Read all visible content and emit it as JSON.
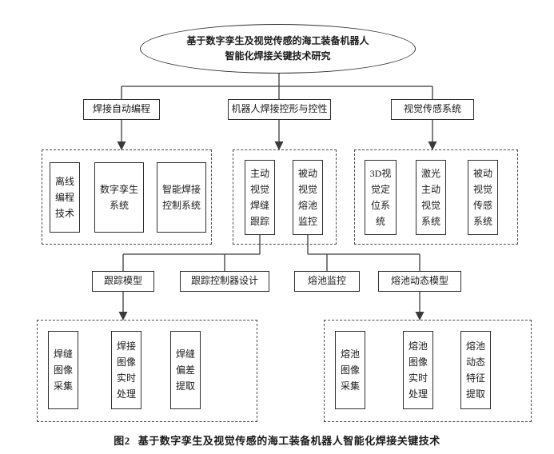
{
  "ellipse": {
    "lines": [
      "基于数字孪生及视觉传感的海工装备机器人",
      "智能化焊接关键技术研究"
    ]
  },
  "branches": [
    {
      "label": "焊接自动编程"
    },
    {
      "label": "机器人焊接控形与控性"
    },
    {
      "label": "视觉传感系统"
    }
  ],
  "groups": {
    "programming": {
      "items": [
        "离线编程技术",
        "数字孪生系统",
        "智能焊接控制系统"
      ]
    },
    "control": {
      "items": [
        "主动视觉焊缝跟踪",
        "被动视觉熔池监控"
      ]
    },
    "sensing": {
      "items": [
        "3D视觉定位系统",
        "激光主动视觉系统",
        "被动视觉传感系统"
      ]
    }
  },
  "mid_row": {
    "items": [
      "跟踪模型",
      "跟踪控制器设计",
      "熔池监控",
      "熔池动态模型"
    ]
  },
  "bottom_groups": {
    "seam": {
      "items": [
        "焊缝图像采集",
        "焊接图像实时处理",
        "焊缝偏差提取"
      ]
    },
    "pool": {
      "items": [
        "熔池图像采集",
        "熔池图像实时处理",
        "熔池动态特征提取"
      ]
    }
  },
  "caption": {
    "label": "图2",
    "text": "基于数字孪生及视觉传感的海工装备机器人智能化焊接关键技术"
  },
  "colors": {
    "line": "#3a3a3a",
    "text": "#1a1a1a",
    "background": "#ffffff"
  }
}
